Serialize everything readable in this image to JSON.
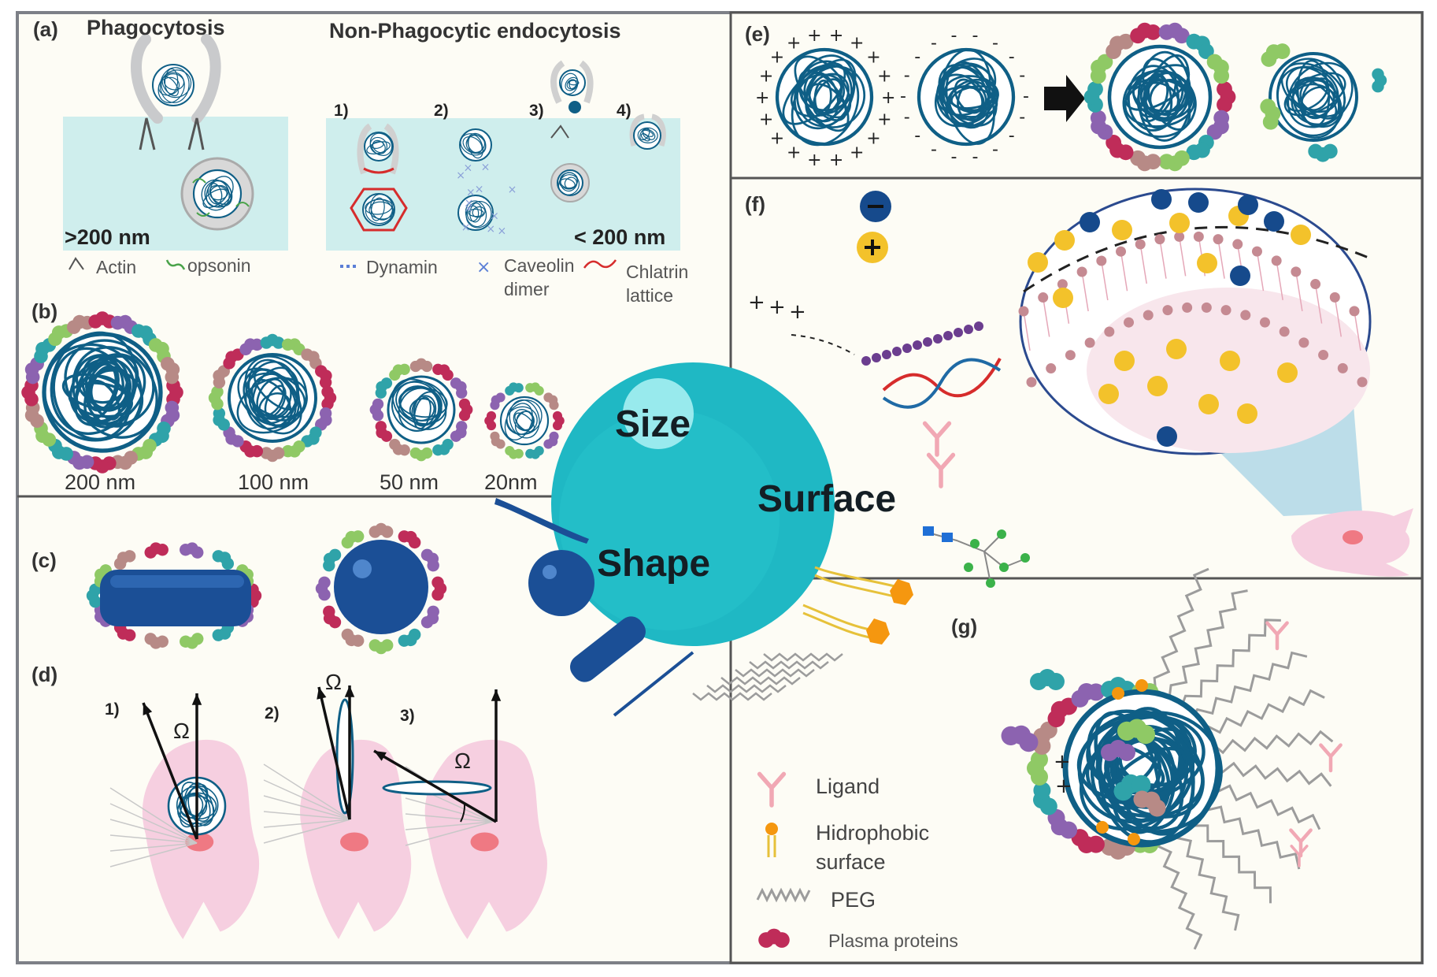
{
  "colors": {
    "page_bg": "#fdfcf5",
    "frame": "#7d8087",
    "cell_teal": "#cfeeed",
    "cell_pink": "#f6cfe0",
    "nucleus": "#ef7983",
    "core_teal": "#0f5f86",
    "big_sphere": "#1fb8c4",
    "rod_blue": "#1b4f96",
    "protein_red": "#bf2c59",
    "protein_purple": "#8c63b0",
    "protein_teal": "#2fa3a9",
    "protein_green": "#8fc965",
    "protein_brown": "#b78a86",
    "charge_gold": "#f3c22b",
    "charge_navy": "#164a8c",
    "ligand_pink": "#f1a8b4",
    "hydrophobic_orange": "#f5970f",
    "peg_gray": "#9c9c9c"
  },
  "panel_a": {
    "letter": "(a)",
    "phagocytosis_title": "Phagocytosis",
    "endocytosis_title": "Non-Phagocytic endocytosis",
    "size_large": ">200 nm",
    "size_small": "< 200 nm",
    "steps": [
      "1)",
      "2)",
      "3)",
      "4)"
    ],
    "legend": {
      "actin": "Actin",
      "opsonin": "opsonin",
      "dynamin": "Dynamin",
      "caveolin_1": "Caveolin",
      "caveolin_2": "dimer",
      "chlatrin_1": "Chlatrin",
      "chlatrin_2": "lattice"
    }
  },
  "panel_b": {
    "letter": "(b)",
    "sizes": [
      "200 nm",
      "100 nm",
      "50 nm",
      "20nm"
    ]
  },
  "panel_c": {
    "letter": "(c)"
  },
  "panel_d": {
    "letter": "(d)",
    "steps": [
      "1)",
      "2)",
      "3)"
    ],
    "omega": "Ω"
  },
  "panel_e": {
    "letter": "(e)"
  },
  "panel_f": {
    "letter": "(f)"
  },
  "panel_g": {
    "letter": "(g)",
    "legend": {
      "ligand": "Ligand",
      "hydrophobic_1": "Hidrophobic",
      "hydrophobic_2": "surface",
      "peg": "PEG",
      "plasma": "Plasma proteins"
    }
  },
  "center": {
    "size": "Size",
    "surface": "Surface",
    "shape": "Shape"
  },
  "icons": [
    "nanoparticle-core-icon",
    "opsonin-icon",
    "actin-icon",
    "dynamin-icon",
    "caveolin-icon",
    "chlatrin-icon",
    "plasma-protein-icon",
    "rod-icon",
    "sphere-icon",
    "cell-icon",
    "nucleus-icon",
    "negative-charge-icon",
    "positive-charge-icon",
    "dna-helix-icon",
    "ligand-icon",
    "hydrophobic-chain-icon",
    "peg-chain-icon",
    "arrow-right-icon"
  ]
}
